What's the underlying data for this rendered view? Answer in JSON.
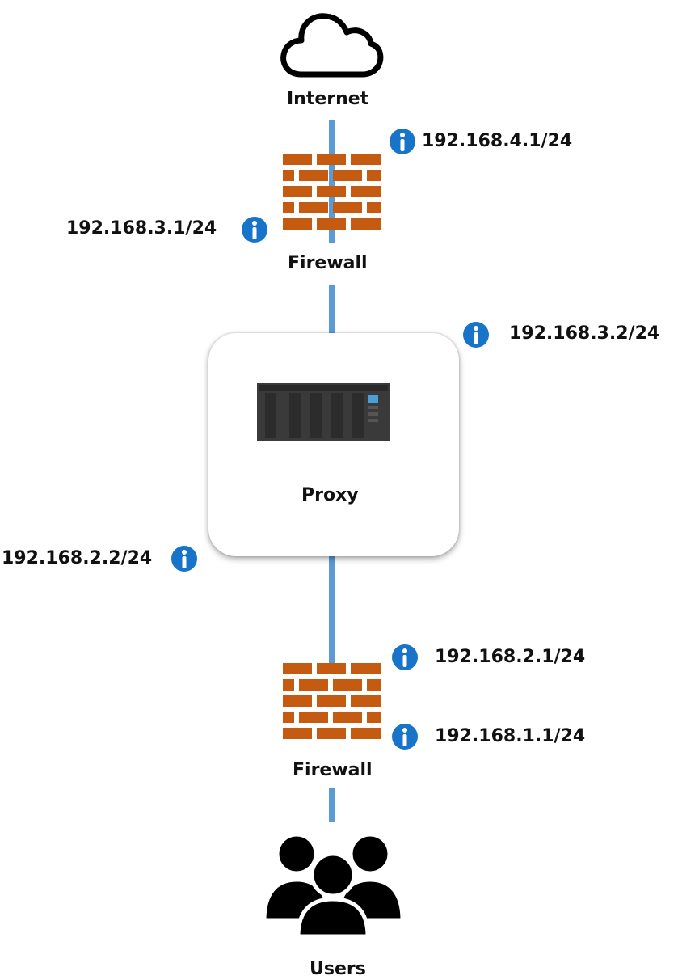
{
  "nodes": {
    "internet": {
      "label": "Internet",
      "icon": "cloud-icon"
    },
    "firewall_top": {
      "label": "Firewall",
      "icon": "firewall-icon"
    },
    "proxy": {
      "label": "Proxy",
      "icon": "server-icon"
    },
    "firewall_bottom": {
      "label": "Firewall",
      "icon": "firewall-icon"
    },
    "users": {
      "label": "Users",
      "icon": "users-icon"
    }
  },
  "addresses": {
    "fw_top_outside": "192.168.4.1/24",
    "fw_top_inside": "192.168.3.1/24",
    "proxy_outside": "192.168.3.2/24",
    "proxy_inside": "192.168.2.2/24",
    "fw_bottom_outside": "192.168.2.1/24",
    "fw_bottom_inside": "192.168.1.1/24"
  },
  "colors": {
    "link": "#5b9bd5",
    "brick": "#c55a11",
    "info": "#1874c9"
  }
}
